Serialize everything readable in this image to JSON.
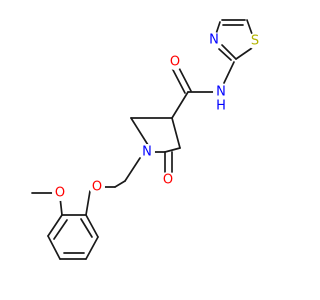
{
  "molecule": {
    "atoms": [
      {
        "id": "a1",
        "label": "O",
        "color": "#ff0000"
      },
      {
        "id": "a2",
        "label": "N",
        "color": "#0000ff"
      },
      {
        "id": "a3",
        "label": "H",
        "color": "#0000ff"
      },
      {
        "id": "a4",
        "label": "N",
        "color": "#0000ff"
      },
      {
        "id": "a5",
        "label": "S",
        "color": "#b3b300"
      },
      {
        "id": "a6",
        "label": "N",
        "color": "#0000ff"
      },
      {
        "id": "a7",
        "label": "O",
        "color": "#ff0000"
      },
      {
        "id": "a8",
        "label": "O",
        "color": "#ff0000"
      },
      {
        "id": "a9",
        "label": "O",
        "color": "#ff0000"
      }
    ]
  }
}
